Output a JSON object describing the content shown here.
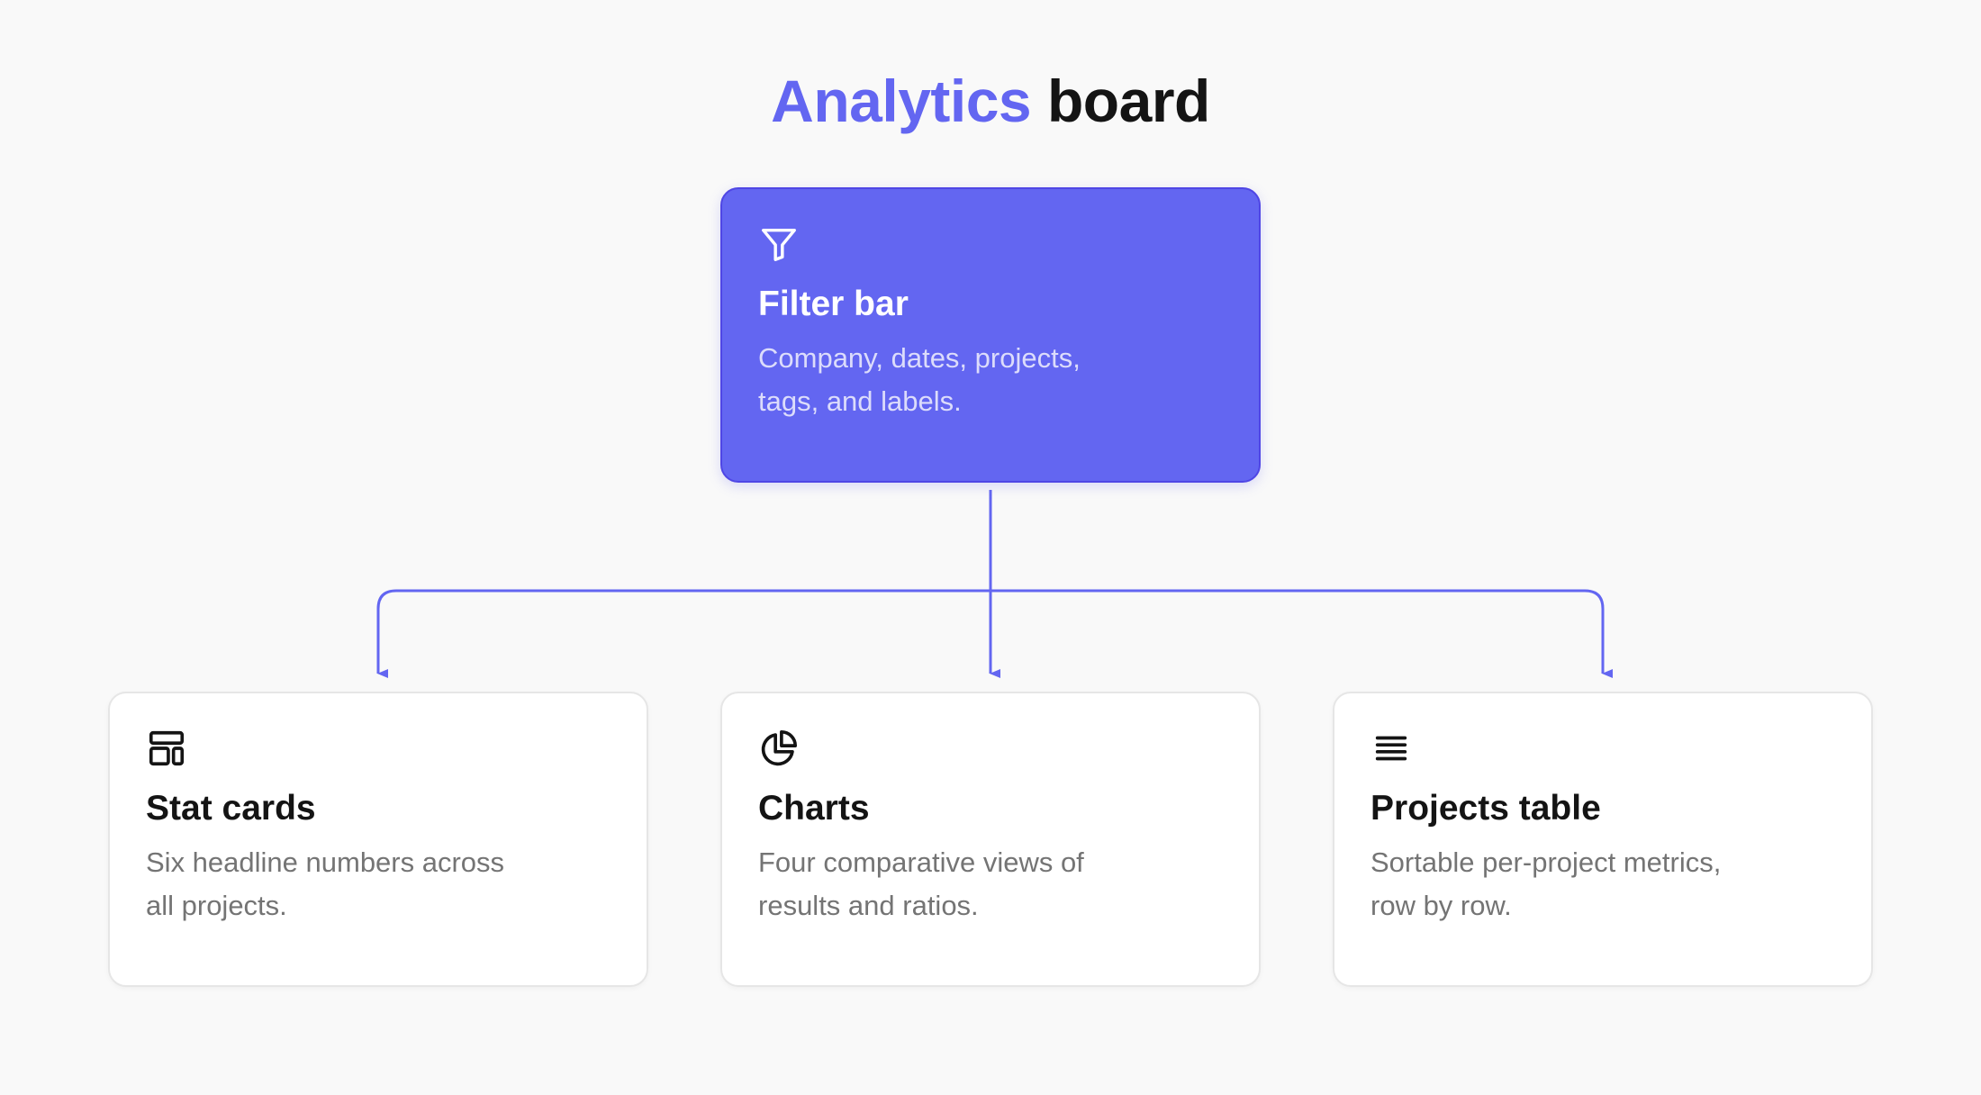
{
  "title": {
    "accent": "Analytics",
    "rest": "board"
  },
  "colors": {
    "accent": "#6366f1",
    "text": "#141414",
    "muted": "#747474",
    "background": "#f9f9f9"
  },
  "nodes": [
    {
      "id": "filter-bar",
      "icon": "funnel-icon",
      "heading": "Filter bar",
      "description": "Company, dates, projects, tags, and labels."
    },
    {
      "id": "stat-cards",
      "icon": "layout-grid-icon",
      "heading": "Stat cards",
      "description": "Six headline numbers across all projects."
    },
    {
      "id": "charts",
      "icon": "pie-chart-icon",
      "heading": "Charts",
      "description": "Four comparative views of results and ratios."
    },
    {
      "id": "projects-table",
      "icon": "list-lines-icon",
      "heading": "Projects table",
      "description": "Sortable per-project metrics, row by row."
    }
  ],
  "edges": [
    {
      "from": "filter-bar",
      "to": "stat-cards"
    },
    {
      "from": "filter-bar",
      "to": "charts"
    },
    {
      "from": "filter-bar",
      "to": "projects-table"
    }
  ]
}
